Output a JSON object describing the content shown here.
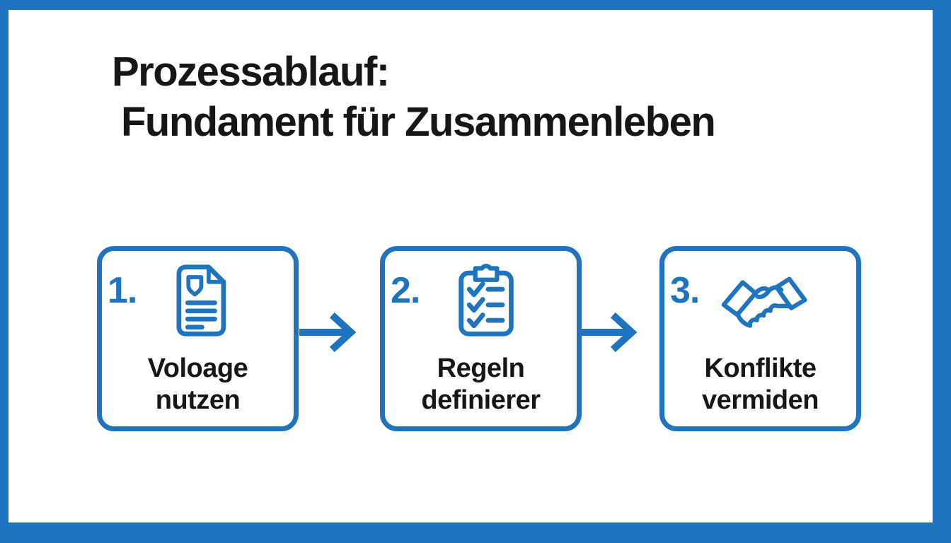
{
  "colors": {
    "accent": "#1E74BE",
    "text": "#161616",
    "background": "#FFFFFF"
  },
  "title": {
    "line1": "Prozessablauf:",
    "line2": "Fundament für Zusammenleben"
  },
  "steps": [
    {
      "number": "1.",
      "icon": "document-template-icon",
      "label": {
        "line1": "Voloage",
        "line2": "nutzen"
      }
    },
    {
      "number": "2.",
      "icon": "checklist-clipboard-icon",
      "label": {
        "line1": "Regeln",
        "line2": "definierer"
      }
    },
    {
      "number": "3.",
      "icon": "handshake-icon",
      "label": {
        "line1": "Konflikte",
        "line2": "vermiden"
      }
    }
  ],
  "connectors": [
    {
      "type": "arrow-right"
    },
    {
      "type": "arrow-right"
    }
  ]
}
